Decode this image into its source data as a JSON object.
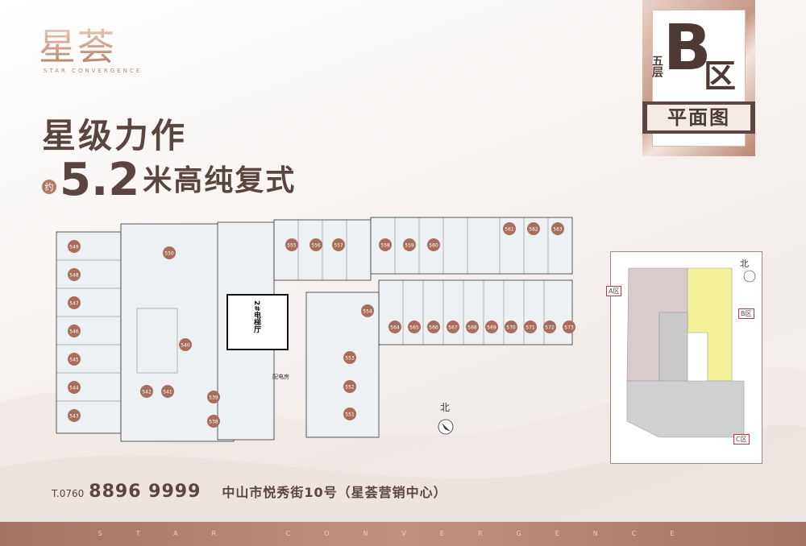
{
  "brand": {
    "logo": "星荟",
    "sub": "STAR CONVERGENCE"
  },
  "headline": {
    "line1": "星级力作",
    "prefix": "约",
    "number": "5.2",
    "suffix": "米高纯复式"
  },
  "badge": {
    "floor": "五层",
    "letter": "B",
    "zone": "区",
    "plan": "平面图"
  },
  "plan": {
    "north": "北",
    "elevator": "2#电梯厅",
    "power": "配电房",
    "units_left": [
      "549",
      "548",
      "547",
      "546",
      "545",
      "544",
      "543"
    ],
    "units_center": [
      "550",
      "540",
      "542",
      "541",
      "539",
      "538"
    ],
    "units_top": [
      "555",
      "556",
      "557",
      "558",
      "559",
      "560",
      "561",
      "562",
      "563"
    ],
    "units_mid": [
      "554",
      "564",
      "565",
      "566",
      "567",
      "568",
      "569",
      "570",
      "571",
      "572",
      "573"
    ],
    "units_lower": [
      "553",
      "552",
      "551"
    ]
  },
  "minimap": {
    "north": "北",
    "zone_a": "A区",
    "zone_b": "B区",
    "zone_c": "C区"
  },
  "contact": {
    "tel_prefix": "T.0760",
    "tel": "8896 9999",
    "address": "中山市悦秀街10号（星荟营销中心）"
  },
  "footer": {
    "text": "STAR CONVERGENCE"
  }
}
